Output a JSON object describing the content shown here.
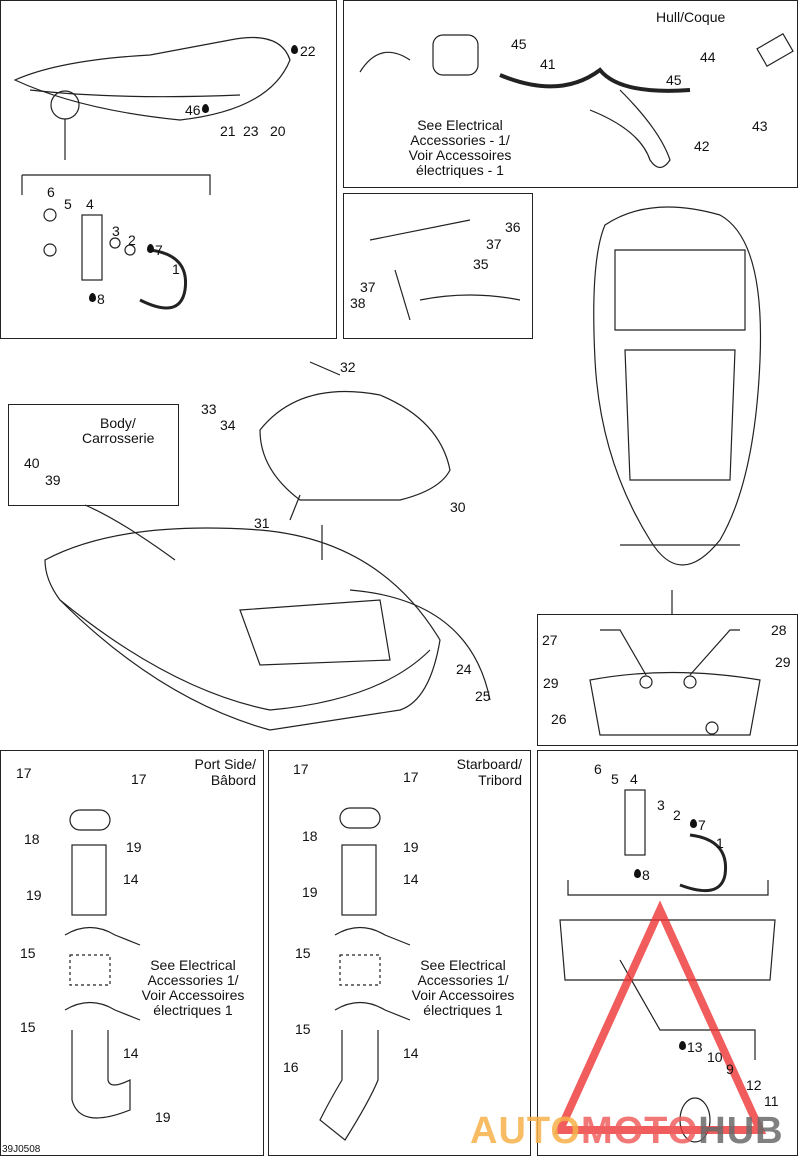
{
  "diagram_code": "39J0508",
  "watermark": {
    "part1": "AUTO",
    "part2": "MOTO",
    "part3": "HUB"
  },
  "top_left": {
    "labels": [
      "22",
      "46",
      "21",
      "23",
      "20",
      "6",
      "5",
      "4",
      "3",
      "2",
      "7",
      "1",
      "8"
    ]
  },
  "top_right": {
    "title": "Hull/Coque",
    "labels": [
      "45",
      "41",
      "44",
      "45",
      "43",
      "42"
    ],
    "note": [
      "See Electrical",
      "Accessories - 1/",
      "Voir Accessoires",
      "électriques - 1"
    ]
  },
  "mid_box": {
    "labels": [
      "36",
      "37",
      "35",
      "37",
      "38"
    ]
  },
  "center": {
    "labels": [
      "32",
      "33",
      "34",
      "30",
      "31",
      "24",
      "25"
    ]
  },
  "body_box": {
    "title1": "Body/",
    "title2": "Carrosserie",
    "labels": [
      "40",
      "39"
    ]
  },
  "right_mid": {
    "labels": [
      "27",
      "28",
      "29",
      "29",
      "26"
    ]
  },
  "bottom_left": {
    "title1": "Port Side/",
    "title2": "Bâbord",
    "labels": [
      "17",
      "17",
      "18",
      "19",
      "19",
      "14",
      "15",
      "15",
      "14",
      "19"
    ],
    "note": [
      "See Electrical",
      "Accessories 1/",
      "Voir Accessoires",
      "électriques 1"
    ]
  },
  "bottom_mid": {
    "title1": "Starboard/",
    "title2": "Tribord",
    "labels": [
      "17",
      "17",
      "18",
      "19",
      "19",
      "14",
      "15",
      "15",
      "14",
      "16"
    ],
    "note": [
      "See Electrical",
      "Accessories 1/",
      "Voir Accessoires",
      "électriques 1"
    ]
  },
  "bottom_right": {
    "labels": [
      "6",
      "5",
      "4",
      "3",
      "2",
      "7",
      "1",
      "8",
      "13",
      "10",
      "9",
      "12",
      "11"
    ]
  }
}
